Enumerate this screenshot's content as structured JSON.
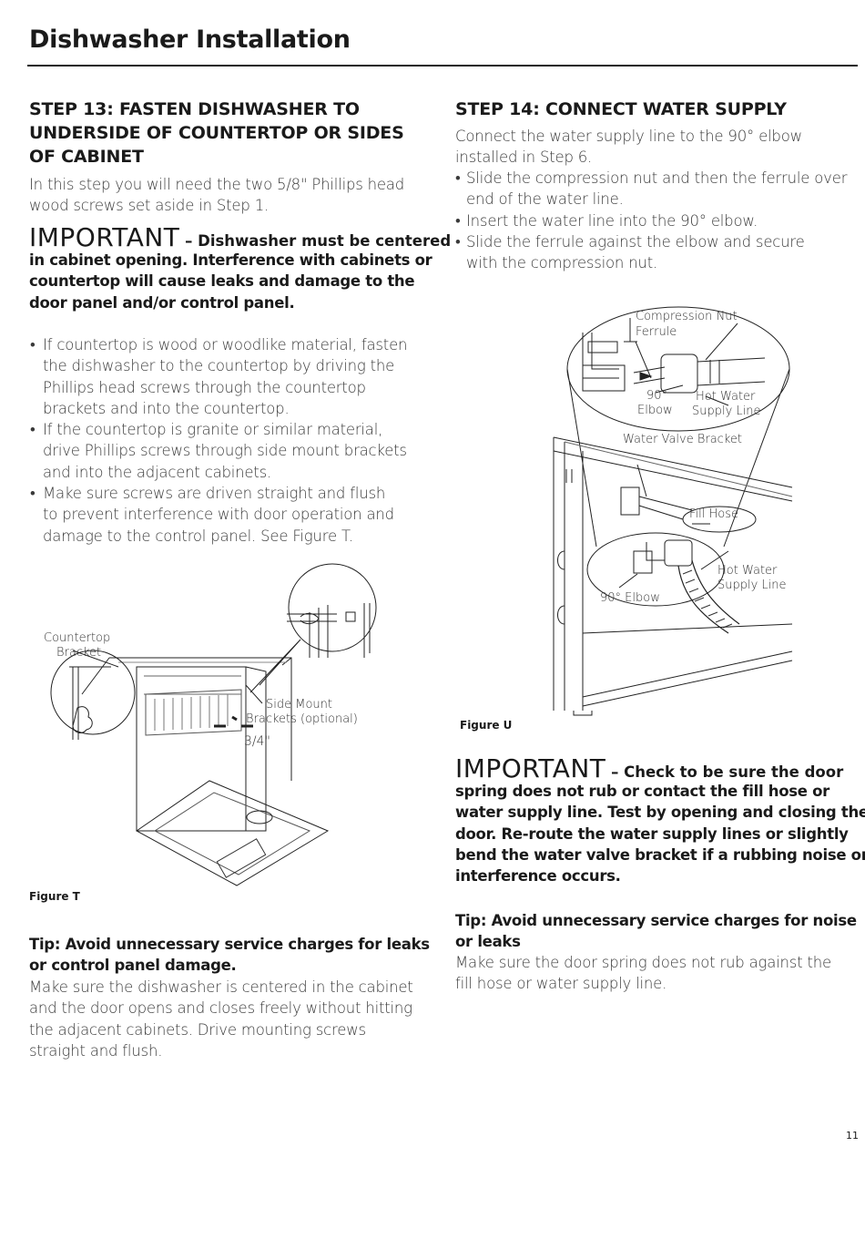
{
  "page": {
    "title": "Dishwasher Installation",
    "number": "11"
  },
  "step13": {
    "heading": [
      "STEP 13: FASTEN DISHWASHER TO",
      "UNDERSIDE OF COUNTERTOP OR SIDES",
      "OF CABINET"
    ],
    "intro": [
      "In this step you will need the two 5/8\" Phillips head",
      "wood screws set aside in Step 1."
    ],
    "important_word": "IMPORTANT",
    "important_rest": " – Dishwasher must be centered",
    "important_lines": [
      "in cabinet opening. Interference with cabinets or",
      "countertop will cause leaks and damage to the",
      "door panel and/or control panel."
    ],
    "bullets": [
      [
        "If countertop is wood or woodlike material, fasten",
        "the dishwasher to the countertop by driving the",
        "Phillips head screws through the countertop",
        "brackets and into the countertop."
      ],
      [
        "If the countertop is granite or similar material,",
        "drive Phillips screws through side mount brackets",
        "and into the adjacent cabinets."
      ],
      [
        "Make sure screws are driven straight and flush",
        "to prevent interference with door operation and",
        "damage to the control panel. See Figure T."
      ]
    ],
    "figure": {
      "label": "Figure T",
      "callout_countertop": [
        "Countertop",
        "Bracket"
      ],
      "callout_side": [
        "Side Mount",
        "Brackets (optional)"
      ],
      "callout_dim": "3/4\""
    },
    "tip_heading": [
      "Tip: Avoid unnecessary service charges for leaks",
      "or control panel damage."
    ],
    "tip_body": [
      "Make sure the dishwasher is centered in the cabinet",
      "and the door opens and closes freely without hitting",
      "the adjacent cabinets. Drive mounting screws",
      "straight and flush."
    ]
  },
  "step14": {
    "heading": "STEP 14: CONNECT WATER SUPPLY",
    "intro": [
      "Connect the water supply line to the 90° elbow",
      "installed in Step 6."
    ],
    "bullets": [
      [
        "Slide the compression nut and then the ferrule over",
        "end of the water line."
      ],
      [
        "Insert the water line into the 90° elbow."
      ],
      [
        "Slide the ferrule against the elbow and secure",
        "with the compression nut."
      ]
    ],
    "figure": {
      "label": "Figure U",
      "compression_nut": "Compression Nut",
      "ferrule": "Ferrule",
      "elbow_top": [
        "90°",
        "Elbow"
      ],
      "hot_water_top": [
        "Hot Water",
        "Supply Line"
      ],
      "water_valve_bracket": "Water Valve Bracket",
      "fill_hose": "Fill Hose",
      "hot_water_bottom": [
        "Hot Water",
        "Supply Line"
      ],
      "elbow_bottom": "90° Elbow"
    },
    "important_word": "IMPORTANT",
    "important_rest": " – Check to be sure the door",
    "important_lines": [
      "spring does not rub or contact the fill hose or",
      "water supply line. Test by opening and closing the",
      "door. Re-route the water supply lines or slightly",
      "bend the water valve bracket if a rubbing noise or",
      "interference occurs."
    ],
    "tip_heading": [
      "Tip: Avoid unnecessary service charges for noise",
      "or leaks"
    ],
    "tip_body": [
      "Make sure the door spring does not rub against the",
      "fill hose or water supply line."
    ]
  }
}
